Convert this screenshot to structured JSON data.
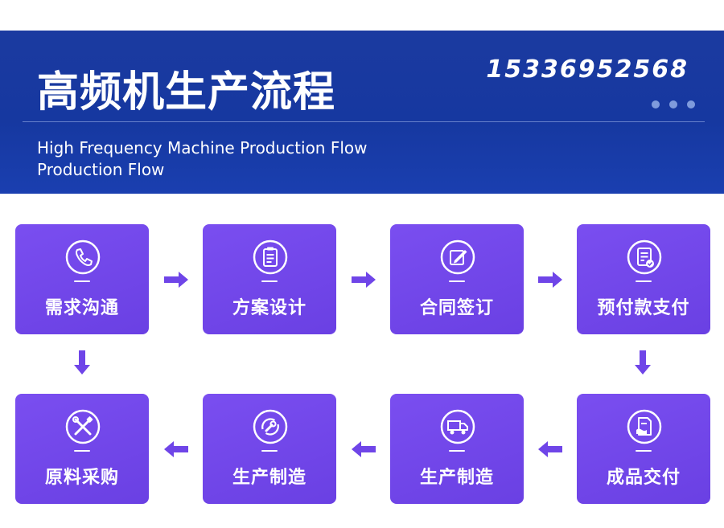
{
  "header": {
    "title": "高频机生产流程",
    "phone": "15336952568",
    "subtitle_line1": "High Frequency Machine Production Flow",
    "subtitle_line2": "Production Flow"
  },
  "colors": {
    "banner": "#1638a0",
    "card": "#6f45e8",
    "arrow": "#6f45e8",
    "text": "#ffffff"
  },
  "steps": [
    {
      "label": "需求沟通",
      "icon": "phone-icon"
    },
    {
      "label": "方案设计",
      "icon": "clipboard-icon"
    },
    {
      "label": "合同签订",
      "icon": "sign-contract-icon"
    },
    {
      "label": "预付款支付",
      "icon": "document-check-icon"
    },
    {
      "label": "成品交付",
      "icon": "delivery-document-icon"
    },
    {
      "label": "生产制造",
      "icon": "truck-icon"
    },
    {
      "label": "生产制造",
      "icon": "wrench-cycle-icon"
    },
    {
      "label": "原料采购",
      "icon": "tools-icon"
    }
  ]
}
